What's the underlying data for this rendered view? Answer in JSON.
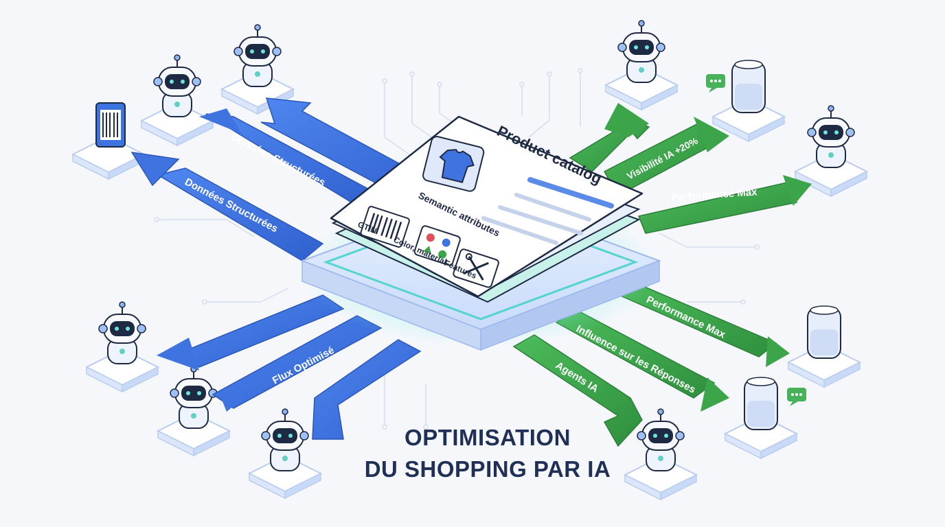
{
  "colors": {
    "blue_arrow": "#3f74e0",
    "green_arrow": "#3ca54a",
    "card_border": "#1e2a44",
    "platform_glow": "#45d3c8",
    "title": "#1f2f55"
  },
  "card": {
    "title": "Product catalog",
    "subtitle": "Semantic attributes",
    "items": [
      {
        "label": "GTIN",
        "icon": "barcode-icon"
      },
      {
        "label": "Color, material",
        "icon": "shapes-icon"
      },
      {
        "label": "Features",
        "icon": "tools-icon"
      }
    ],
    "product_icon": "t-shirt-icon"
  },
  "arrows": {
    "blue_upper_1": "Données Structurées",
    "blue_upper_2": "Données Structurées",
    "blue_lower": "Flux Optimisé",
    "green_upper_1": "Visibilité IA +20%",
    "green_upper_2": "Performance Max",
    "green_lower_1": "Performance Max",
    "green_lower_2": "Influence sur les Réponses",
    "green_lower_3": "Agents IA"
  },
  "title": {
    "line1": "OPTIMISATION",
    "line2": "DU SHOPPING PAR IA"
  },
  "icons": [
    "robot-icon",
    "smart-speaker-icon",
    "chat-bubble-icon",
    "barcode-icon"
  ]
}
